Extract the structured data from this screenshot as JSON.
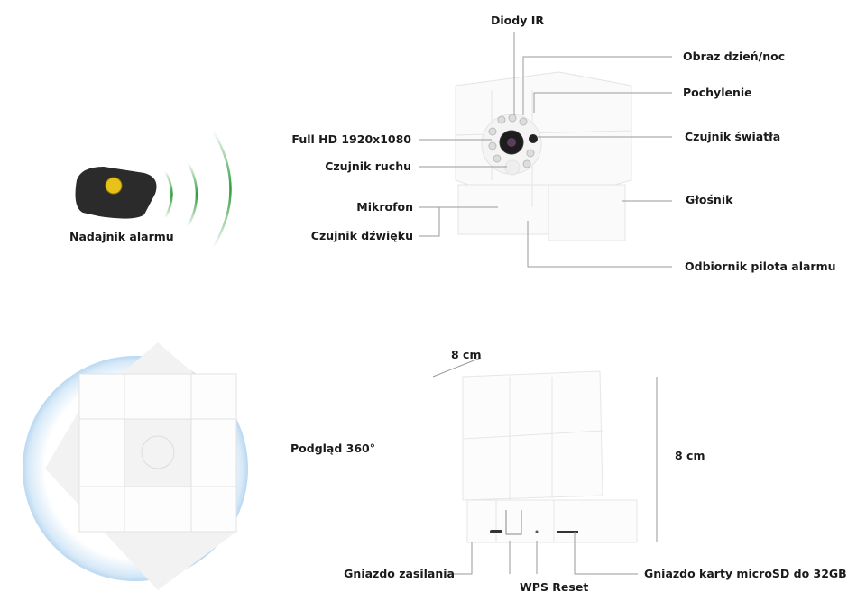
{
  "labels": {
    "ir_diodes": "Diody IR",
    "day_night": "Obraz dzień/noc",
    "tilt": "Pochylenie",
    "light_sensor": "Czujnik światła",
    "resolution": "Full HD 1920x1080",
    "motion_sensor": "Czujnik ruchu",
    "microphone": "Mikrofon",
    "sound_sensor": "Czujnik dźwięku",
    "speaker": "Głośnik",
    "alarm_receiver": "Odbiornik pilota alarmu",
    "alarm_transmitter": "Nadajnik alarmu",
    "view_360": "Podgląd 360°",
    "depth": "8 cm",
    "height": "8 cm",
    "power_socket": "Gniazdo zasilania",
    "wps_reset": "WPS Reset",
    "microsd_slot": "Gniazdo karty microSD do 32GB"
  },
  "colors": {
    "line": "#9a9a9a",
    "signal": "#3aa53a",
    "ring": "#b9d8f2",
    "button": "#e8c21a"
  }
}
